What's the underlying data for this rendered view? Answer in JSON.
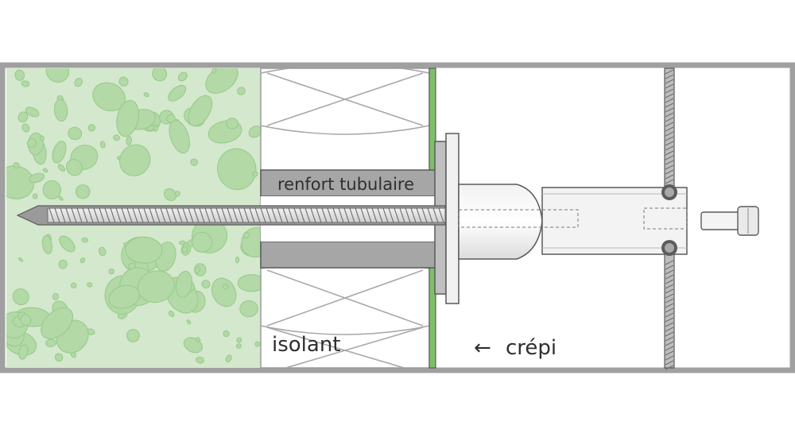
{
  "labels": {
    "tube": "renfort tubulaire",
    "insulation": "isolant",
    "render": "crépi",
    "render_arrow": "←"
  },
  "colors": {
    "background": "#ffffff",
    "frame": "#a0a0a0",
    "concrete_fill": "#d3e8cc",
    "aggregate_fill": "#b2d9a6",
    "aggregate_stroke": "#97c98a",
    "render_layer": "#7fbf6a",
    "tube_fill": "#a6a6a6",
    "metal_light": "#e6e6e6",
    "metal_dark": "#6a6a6a",
    "text": "#2f2f2f"
  },
  "icons": {
    "render_arrow": "left-arrow-icon"
  }
}
